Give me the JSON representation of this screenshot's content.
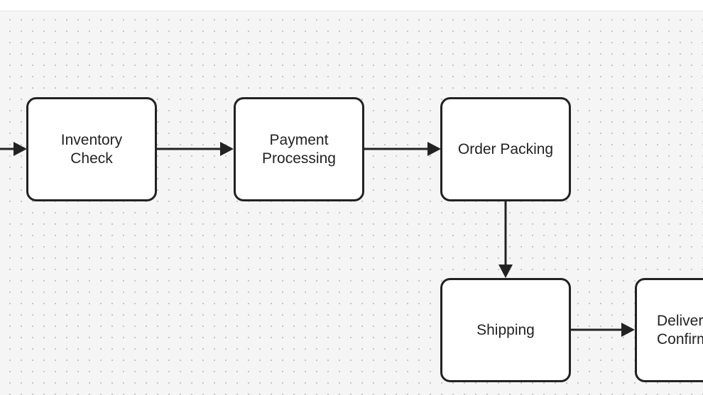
{
  "diagram": {
    "nodes": [
      {
        "id": "inventory",
        "label": "Inventory\nCheck"
      },
      {
        "id": "payment",
        "label": "Payment\nProcessing"
      },
      {
        "id": "packing",
        "label": "Order Packing"
      },
      {
        "id": "shipping",
        "label": "Shipping"
      },
      {
        "id": "delivery",
        "label": "Delivery\nConfirmation"
      }
    ],
    "edges": [
      {
        "from": "",
        "to": "inventory"
      },
      {
        "from": "inventory",
        "to": "payment"
      },
      {
        "from": "payment",
        "to": "packing"
      },
      {
        "from": "packing",
        "to": "shipping"
      },
      {
        "from": "shipping",
        "to": "delivery"
      }
    ]
  },
  "colors": {
    "canvas": "#f5f5f5",
    "grid_dot": "#c4c4c4",
    "node_fill": "#ffffff",
    "stroke": "#222222"
  }
}
